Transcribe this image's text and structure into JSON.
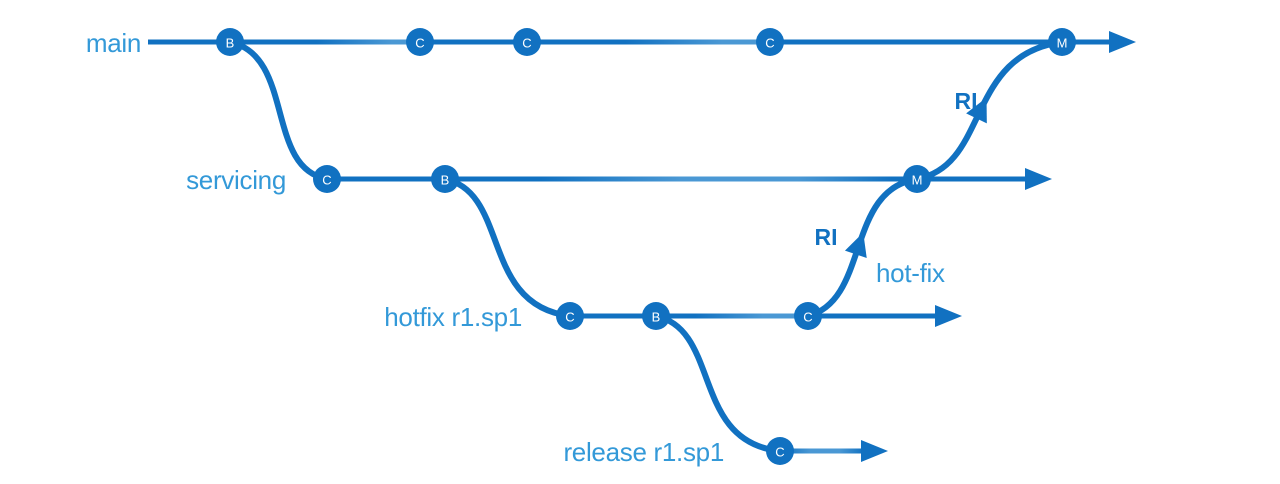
{
  "colors": {
    "line": "#1171C1",
    "light_segment": "#4A98D4",
    "node_fill": "#1171C1",
    "node_letter": "#FFFFFF",
    "branch_label": "#3399D8",
    "annotation_ri": "#1171C1",
    "bg": "#FFFFFF"
  },
  "diagram": {
    "branches": [
      {
        "label": "main",
        "nodes": [
          {
            "letter": "B"
          },
          {
            "letter": "C"
          },
          {
            "letter": "C"
          },
          {
            "letter": "C"
          },
          {
            "letter": "M"
          }
        ]
      },
      {
        "label": "servicing",
        "nodes": [
          {
            "letter": "C"
          },
          {
            "letter": "B"
          },
          {
            "letter": "M"
          }
        ]
      },
      {
        "label": "hotfix r1.sp1",
        "nodes": [
          {
            "letter": "C"
          },
          {
            "letter": "B"
          },
          {
            "letter": "C"
          }
        ]
      },
      {
        "label": "release r1.sp1",
        "nodes": [
          {
            "letter": "C"
          }
        ]
      }
    ],
    "annotations": {
      "ri_to_main": {
        "text": "RI"
      },
      "ri_to_servicing": {
        "text": "RI"
      },
      "hotfix_note": {
        "text": "hot-fix"
      }
    }
  }
}
